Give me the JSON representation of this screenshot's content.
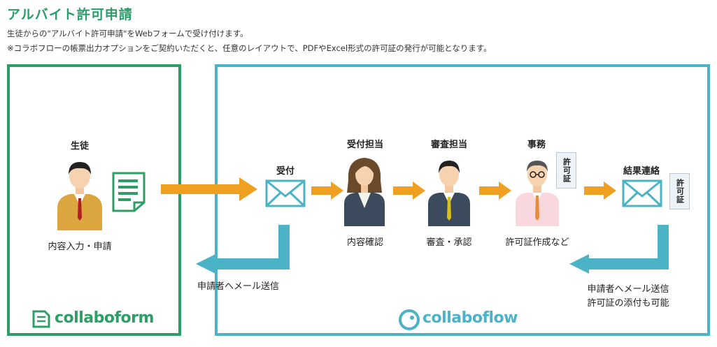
{
  "header": {
    "title": "アルバイト許可申請",
    "line1": "生徒からの\"アルバイト許可申請\"をWebフォームで受け付けます。",
    "line2": "※コラボフローの帳票出力オプションをご契約いただくと、任意のレイアウトで、PDFやExcel形式の許可証の発行が可能となります。"
  },
  "student": {
    "role": "生徒",
    "caption": "内容入力・申請"
  },
  "reception": {
    "label": "受付"
  },
  "steps": [
    {
      "role": "受付担当",
      "caption": "内容確認"
    },
    {
      "role": "審査担当",
      "caption": "審査・承認"
    },
    {
      "role": "事務",
      "caption": "許可証作成など"
    }
  ],
  "result": {
    "label": "結果連絡"
  },
  "permit_doc": "許可証",
  "return_left": "申請者へメール送信",
  "return_right": [
    "申請者へメール送信",
    "許可証の添付も可能"
  ],
  "logos": {
    "form": "collaboform",
    "flow": "collaboflow"
  },
  "colors": {
    "green": "#2e9e66",
    "blue": "#4bb3c6",
    "orange": "#f0a020",
    "title": "#2a9d6a"
  }
}
